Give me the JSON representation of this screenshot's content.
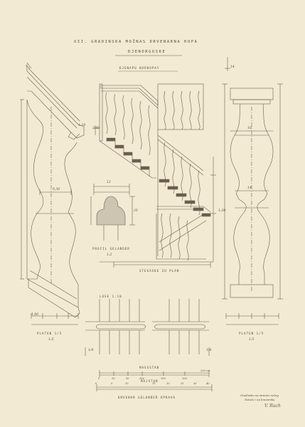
{
  "sheet": {
    "title": "XII. GRADINSKA MOŽNAS DRVENARNA HOPA",
    "subtitle": "DJENORGUSKE",
    "section_label": "DJENAPU NARHOPAY",
    "profile_caption": "PROFIL GELANDER",
    "profile_scale": "1:2",
    "stair_caption": "STEGASKE ZU PLAN",
    "half_caption": "LOSE 1:10",
    "left_detail_caption": "PLATEN 1/5",
    "left_detail_scale": "1:5",
    "right_detail_caption": "PLATEN 1/5",
    "right_detail_scale": "1:5",
    "scale_caption_1": "MASSSTAB",
    "scale_caption_2": "MAJSTAB",
    "footer": "DRVENAR GELANDER OPRAVA",
    "stamp_line1": "Gradinsko na stranici sečeg",
    "stamp_line2": "čistočo i na bravarsku",
    "signature": "V. Ruch"
  },
  "dims": {
    "d1": "1:10",
    "d2": "1:20",
    "d3": "2,60",
    "d4": "1,00",
    "d5": "0,30",
    "d6": "12",
    "d7": "25",
    "d8": "14",
    "d9": "10",
    "left_fraction": "1/4",
    "right_fraction": "1/4",
    "right_top": "14",
    "scale_ticks": [
      "0",
      "10",
      "50",
      "100",
      "150",
      "200",
      "250 cm"
    ],
    "scale_ticks2": [
      "0",
      "5",
      "10",
      "15",
      "20",
      "25",
      "30",
      "40"
    ]
  },
  "colors": {
    "paper": "#f3ead4",
    "ink": "#5a4a3a",
    "line": "#6b5e50",
    "hatch": "#8a7f72"
  }
}
